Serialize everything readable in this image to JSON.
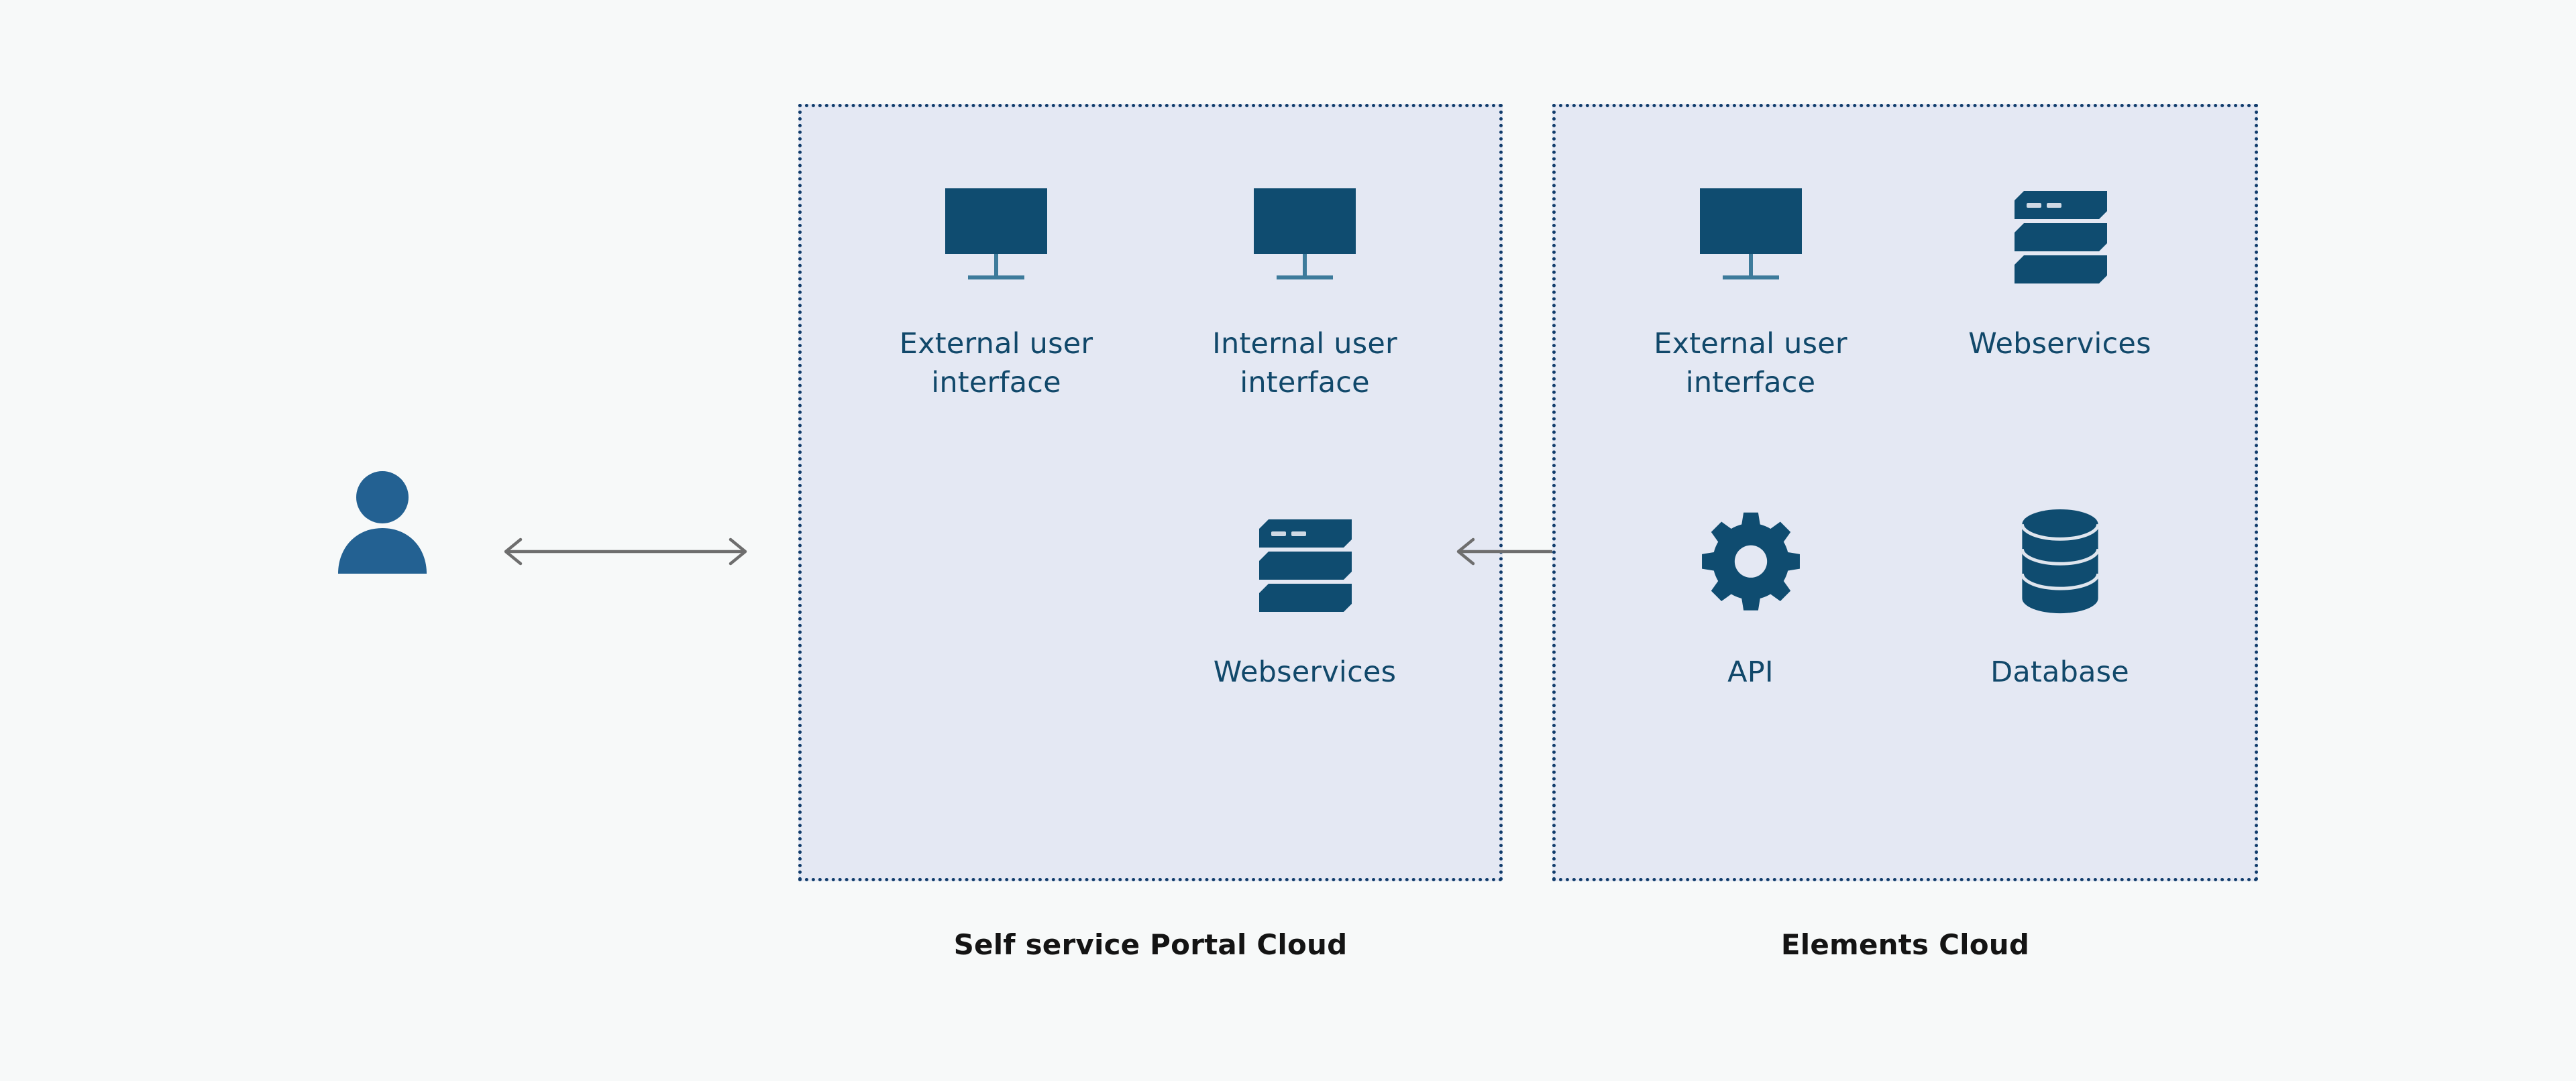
{
  "diagram": {
    "background_color": "#f7f9f9",
    "accent_color": "#0f4c70",
    "actor_color": "#236192",
    "box_fill_color": "#e4e8f3",
    "box_border_color": "#103c6b",
    "arrow_color": "#6e6e6e",
    "label_color": "#11486a",
    "caption_color": "#141414"
  },
  "actor": {
    "icon": "user-person-icon",
    "label": ""
  },
  "arrows": [
    {
      "name": "actor-to-portal-arrow",
      "direction": "bidirectional",
      "label": ""
    },
    {
      "name": "portal-to-elements-arrow",
      "direction": "bidirectional",
      "label": ""
    }
  ],
  "boxes": [
    {
      "id": "self-service-portal-cloud",
      "caption": "Self service Portal Cloud",
      "items": [
        {
          "icon": "monitor-icon",
          "label": "External user interface"
        },
        {
          "icon": "monitor-icon",
          "label": "Internal user interface"
        },
        {
          "icon": "",
          "label": ""
        },
        {
          "icon": "server-stack-icon",
          "label": "Webservices"
        }
      ]
    },
    {
      "id": "elements-cloud",
      "caption": "Elements Cloud",
      "items": [
        {
          "icon": "monitor-icon",
          "label": "External user interface"
        },
        {
          "icon": "server-stack-icon",
          "label": "Webservices"
        },
        {
          "icon": "gear-icon",
          "label": "API"
        },
        {
          "icon": "database-icon",
          "label": "Database"
        }
      ]
    }
  ]
}
